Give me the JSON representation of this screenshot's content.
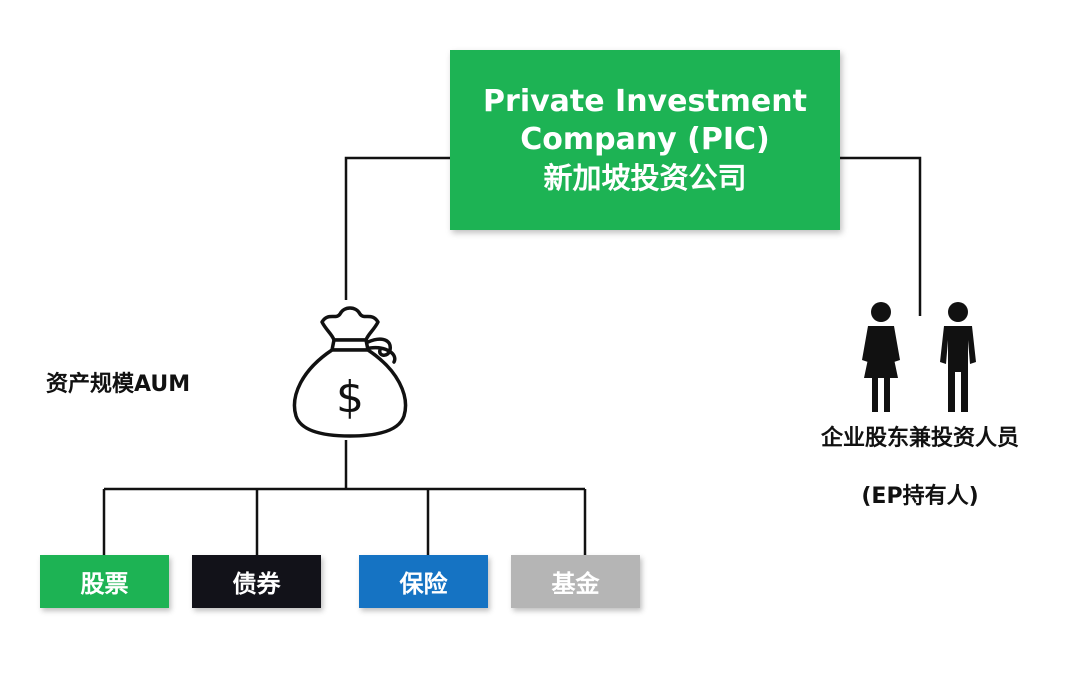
{
  "company": {
    "line1": "Private Investment",
    "line2": "Company (PIC)",
    "line3": "新加坡投资公司"
  },
  "aum": {
    "label": "资产规模AUM",
    "icon": "money-bag-icon"
  },
  "investors": {
    "label": "企业股东兼投资人员",
    "sub": "(EP持有人)",
    "icon": "people-icon"
  },
  "assets": [
    {
      "label": "股票",
      "color": "#1db354"
    },
    {
      "label": "债券",
      "color": "#121219"
    },
    {
      "label": "保险",
      "color": "#1573c3"
    },
    {
      "label": "基金",
      "color": "#b5b5b5"
    }
  ],
  "colors": {
    "primary_green": "#1db354",
    "line": "#111111"
  }
}
